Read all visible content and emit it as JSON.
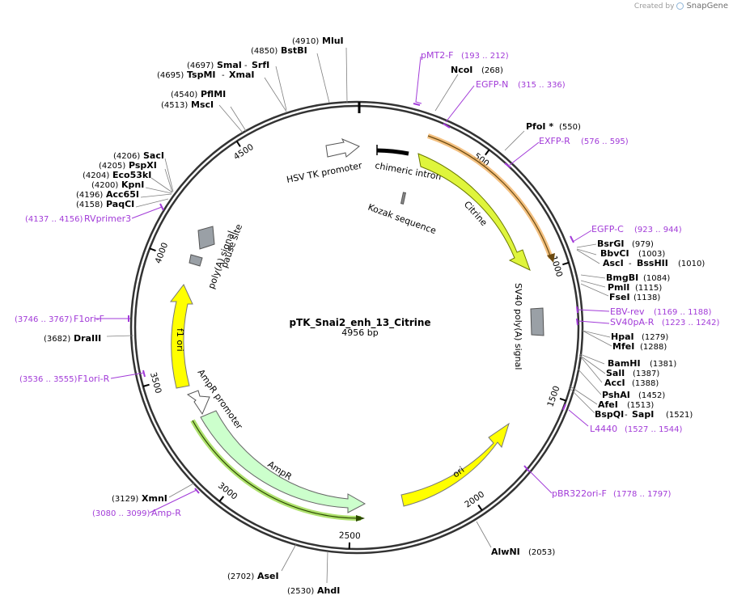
{
  "credit": {
    "prefix": "Created by",
    "brand": "SnapGene"
  },
  "plasmid": {
    "name": "pTK_Snai2_enh_13_Citrine",
    "length_label": "4956 bp",
    "length": 4956
  },
  "ticks": [
    {
      "pos": 500,
      "label": "500"
    },
    {
      "pos": 1000,
      "label": "1000"
    },
    {
      "pos": 1500,
      "label": "1500"
    },
    {
      "pos": 2000,
      "label": "2000"
    },
    {
      "pos": 2500,
      "label": "2500"
    },
    {
      "pos": 3000,
      "label": "3000"
    },
    {
      "pos": 3500,
      "label": "3500"
    },
    {
      "pos": 4000,
      "label": "4000"
    },
    {
      "pos": 4500,
      "label": "4500"
    }
  ],
  "features": [
    {
      "name": "HSV TK promoter",
      "label": "HSV TK promoter",
      "type": "promoter",
      "color": "#ffffff"
    },
    {
      "name": "chimeric intron",
      "label": "chimeric intron",
      "type": "intron",
      "color": "#000000"
    },
    {
      "name": "Kozak sequence",
      "label": "Kozak sequence",
      "type": "misc",
      "color": "#888888"
    },
    {
      "name": "Citrine",
      "label": "Citrine",
      "type": "cds",
      "color": "#dff53c"
    },
    {
      "name": "SV40 poly(A) signal",
      "label": "SV40 poly(A) signal",
      "type": "polyA",
      "color": "#999999"
    },
    {
      "name": "ori",
      "label": "ori",
      "type": "rep_origin",
      "color": "#ffff00"
    },
    {
      "name": "AmpR",
      "label": "AmpR",
      "type": "cds",
      "color": "#ccffcc"
    },
    {
      "name": "AmpR promoter",
      "label": "AmpR promoter",
      "type": "promoter",
      "color": "#ffffff"
    },
    {
      "name": "f1 ori",
      "label": "f1 ori",
      "type": "rep_origin",
      "color": "#ffff00"
    },
    {
      "name": "poly(A) signal",
      "label": "poly(A) signal",
      "type": "polyA",
      "color": "#999999"
    },
    {
      "name": "pause site",
      "label": "pause site",
      "type": "misc",
      "color": "#999999"
    }
  ],
  "sites": [
    {
      "name": "MluI",
      "pos": "(4910)"
    },
    {
      "name": "BstBI",
      "pos": "(4850)"
    },
    {
      "name": "SmaI",
      "name2": "SrfI",
      "pos": "(4697)"
    },
    {
      "name": "TspMI",
      "name2": "XmaI",
      "pos": "(4695)"
    },
    {
      "name": "PflMI",
      "pos": "(4540)"
    },
    {
      "name": "MscI",
      "pos": "(4513)"
    },
    {
      "name": "SacI",
      "pos": "(4206)"
    },
    {
      "name": "PspXI",
      "pos": "(4205)"
    },
    {
      "name": "Eco53kI",
      "pos": "(4204)"
    },
    {
      "name": "KpnI",
      "pos": "(4200)"
    },
    {
      "name": "Acc65I",
      "pos": "(4196)"
    },
    {
      "name": "PaqCI",
      "pos": "(4158)"
    },
    {
      "name": "DraIII",
      "pos": "(3682)"
    },
    {
      "name": "XmnI",
      "pos": "(3129)"
    },
    {
      "name": "AseI",
      "pos": "(2702)"
    },
    {
      "name": "AhdI",
      "pos": "(2530)"
    },
    {
      "name": "AlwNI",
      "pos": "(2053)"
    },
    {
      "name": "NcoI",
      "pos": "(268)"
    },
    {
      "name": "PfoI *",
      "pos": "(550)"
    },
    {
      "name": "BsrGI",
      "pos": "(979)"
    },
    {
      "name": "BbvCI",
      "pos": "(1003)"
    },
    {
      "name": "AscI",
      "name2": "BssHII",
      "pos": "(1010)"
    },
    {
      "name": "BmgBI",
      "pos": "(1084)"
    },
    {
      "name": "PmlI",
      "pos": "(1115)"
    },
    {
      "name": "FseI",
      "pos": "(1138)"
    },
    {
      "name": "HpaI",
      "pos": "(1279)"
    },
    {
      "name": "MfeI",
      "pos": "(1288)"
    },
    {
      "name": "BamHI",
      "pos": "(1381)"
    },
    {
      "name": "SalI",
      "pos": "(1387)"
    },
    {
      "name": "AccI",
      "pos": "(1388)"
    },
    {
      "name": "PshAI",
      "pos": "(1452)"
    },
    {
      "name": "AfeI",
      "pos": "(1513)"
    },
    {
      "name": "BspQI",
      "name2": "SapI",
      "pos": "(1521)"
    }
  ],
  "primers": [
    {
      "name": "pMT2-F",
      "pos": "(193 .. 212)"
    },
    {
      "name": "EGFP-N",
      "pos": "(315 .. 336)"
    },
    {
      "name": "EXFP-R",
      "pos": "(576 .. 595)"
    },
    {
      "name": "EGFP-C",
      "pos": "(923 .. 944)"
    },
    {
      "name": "EBV-rev",
      "pos": "(1169 .. 1188)"
    },
    {
      "name": "SV40pA-R",
      "pos": "(1223 .. 1242)"
    },
    {
      "name": "L4440",
      "pos": "(1527 .. 1544)"
    },
    {
      "name": "pBR322ori-F",
      "pos": "(1778 .. 1797)"
    },
    {
      "name": "Amp-R",
      "pos": "(3080 .. 3099)"
    },
    {
      "name": "F1ori-R",
      "pos": "(3536 .. 3555)"
    },
    {
      "name": "F1ori-F",
      "pos": "(3746 .. 3767)"
    },
    {
      "name": "RVprimer3",
      "pos": "(4137 .. 4156)"
    }
  ],
  "colors": {
    "primer": "#a23bd8",
    "backbone": "#333333",
    "leader": "#808080",
    "orf_highlight": "#e8a040"
  }
}
